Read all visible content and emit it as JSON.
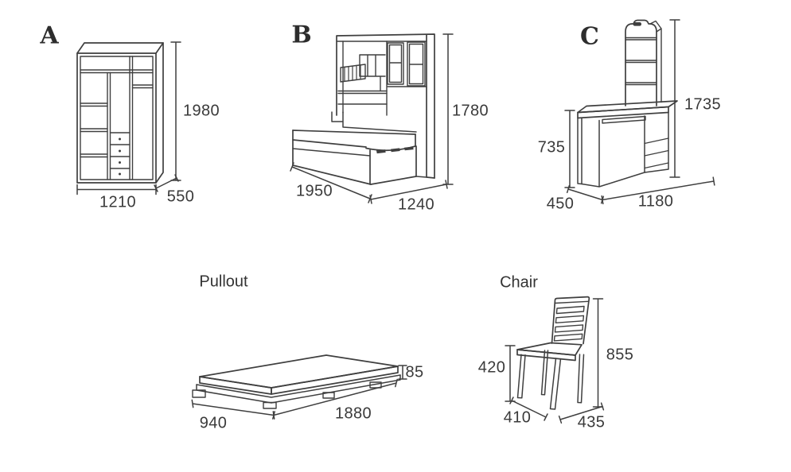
{
  "page": {
    "background": "#ffffff",
    "line_color": "#3f3f3f",
    "text_color": "#3a3a3a"
  },
  "sections": {
    "wardrobe": {
      "label": "A",
      "height": "1980",
      "width": "1210",
      "depth": "550"
    },
    "bed_unit": {
      "label": "B",
      "height": "1780",
      "length": "1950",
      "width": "1240"
    },
    "dressing_desk": {
      "label": "C",
      "total_height": "1735",
      "desk_height": "735",
      "depth": "450",
      "width": "1180"
    },
    "pullout": {
      "label": "Pullout",
      "height": "85",
      "length": "1880",
      "width": "940"
    },
    "chair": {
      "label": "Chair",
      "total_height": "855",
      "seat_height": "420",
      "depth": "410",
      "width": "435"
    }
  }
}
